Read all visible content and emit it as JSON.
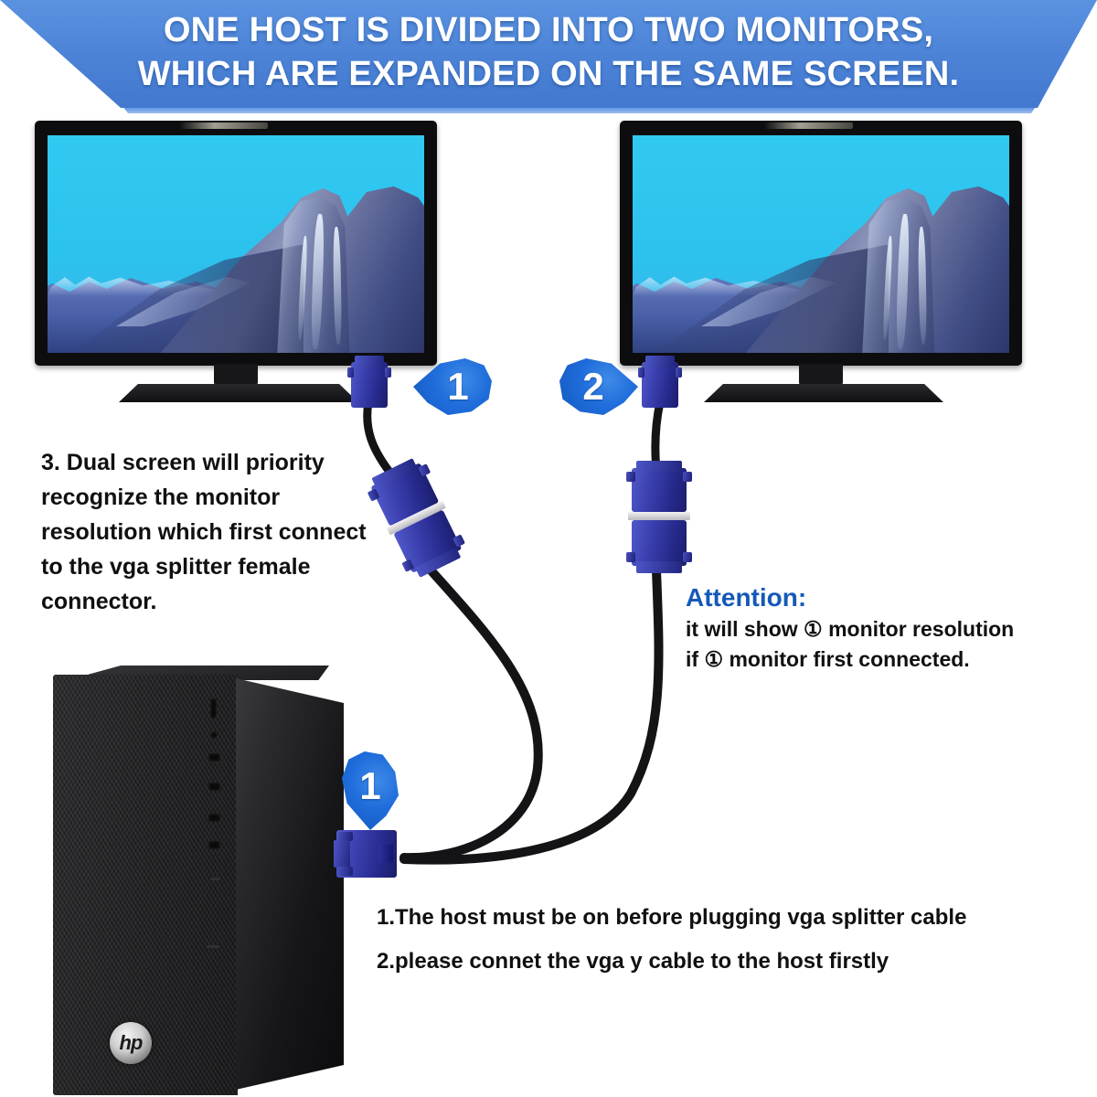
{
  "banner": {
    "line1": "ONE HOST IS DIVIDED INTO TWO MONITORS,",
    "line2": "WHICH ARE EXPANDED ON THE SAME SCREEN.",
    "background_color": "#4b82d6",
    "text_color": "#ffffff"
  },
  "badges": {
    "monitor_left": "1",
    "monitor_right": "2",
    "host": "1",
    "color": "#1f6ddb"
  },
  "monitors": {
    "left": {
      "label": "Monitor 1",
      "screen_content": "mountain-cliff-wallpaper"
    },
    "right": {
      "label": "Monitor 2",
      "screen_content": "mountain-cliff-wallpaper"
    }
  },
  "host": {
    "brand_logo": "hp-logo",
    "brand_text": "hp",
    "label": "Desktop host tower"
  },
  "notes": {
    "left_note": "3. Dual screen will priority recognize the monitor resolution which first connect to the vga splitter female connector.",
    "attention_title": "Attention:",
    "attention_line1": "it will show ① monitor resolution",
    "attention_line2": "if ① monitor first connected.",
    "bottom_line1": "1.The host must be on before plugging vga splitter cable",
    "bottom_line2": "2.please connet the vga y cable to the host firstly"
  },
  "colors": {
    "banner_blue": "#4b82d6",
    "attention_blue": "#1559b8",
    "connector_blue": "#2a2e9a",
    "screen_sky": "#2ec6ef",
    "tower_black": "#242426"
  }
}
